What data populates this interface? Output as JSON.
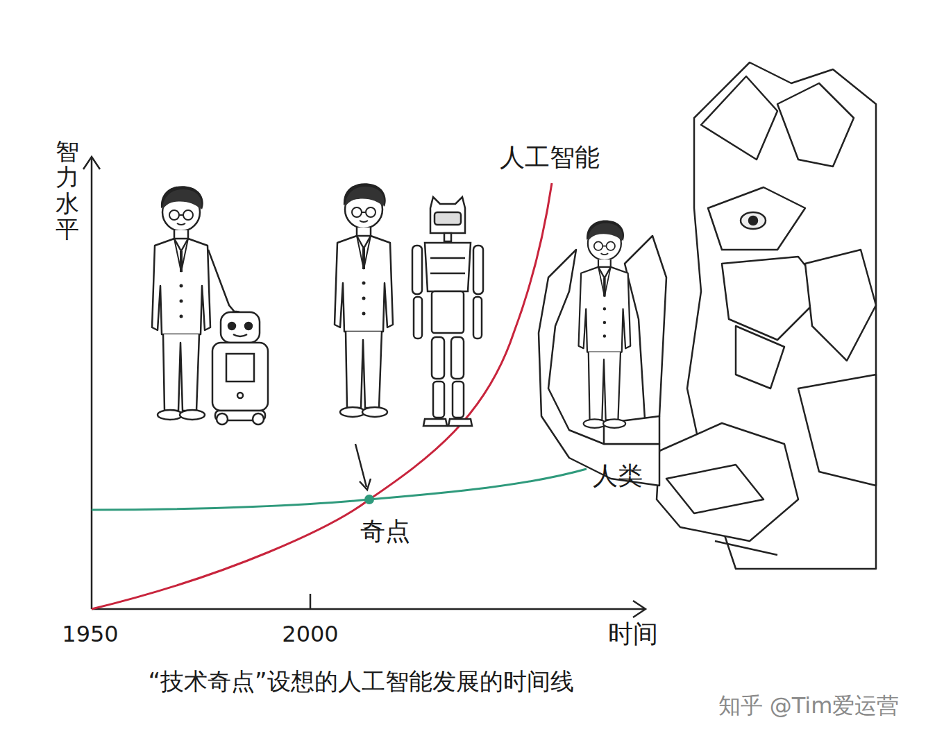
{
  "diagram": {
    "caption": "“技术奇点”设想的人工智能发展的时间线",
    "labels": [
      "智力水平",
      "人工智能",
      "人类",
      "奇点",
      "1950",
      "2000",
      "时间",
      "知乎 @Tim爱运营"
    ]
  }
}
